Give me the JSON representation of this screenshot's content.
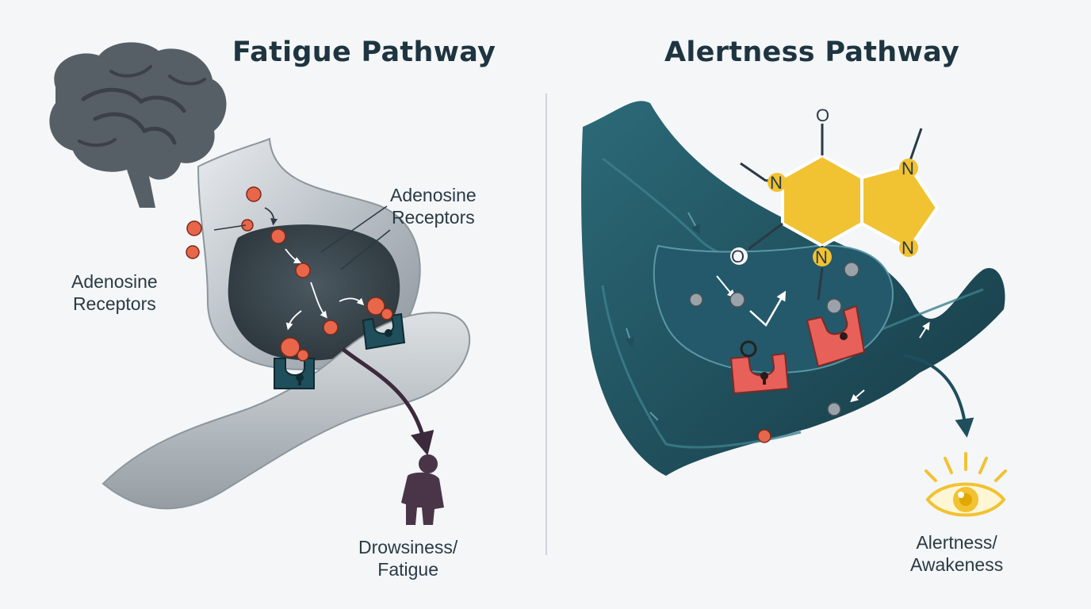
{
  "titles": {
    "fatigue": "Fatigue Pathway",
    "alertness": "Alertness Pathway"
  },
  "labels": {
    "receptors_top_line1": "Adenosine",
    "receptors_top_line2": "Receptors",
    "receptors_left_line1": "Adenosine",
    "receptors_left_line2": "Receptors",
    "drowsiness_line1": "Drowsiness/",
    "drowsiness_line2": "Fatigue",
    "alertness_line1": "Alertness/",
    "alertness_line2": "Awakeness"
  },
  "molecule": {
    "atom_o": "O",
    "atom_n": "N"
  },
  "colors": {
    "adenosine": "#e8664a",
    "receptor_blocked": "#1f4f5a",
    "receptor_open": "#e8605a",
    "caffeine": "#f1c232",
    "neuron_gray": "#9aa3aa",
    "neuron_teal": "#1f4e5c"
  },
  "icons": {
    "brain": "brain-icon",
    "person": "tired-person-icon",
    "eye": "eye-icon"
  }
}
